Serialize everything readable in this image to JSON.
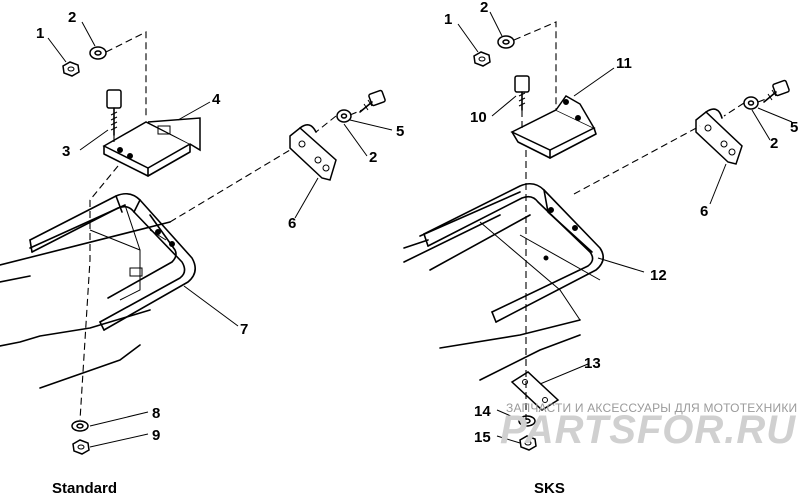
{
  "captions": {
    "left": "Standard",
    "right": "SKS"
  },
  "callouts": {
    "left": [
      "1",
      "2",
      "3",
      "4",
      "5",
      "2",
      "6",
      "7",
      "8",
      "9"
    ],
    "right": [
      "1",
      "2",
      "10",
      "11",
      "5",
      "2",
      "6",
      "12",
      "13",
      "14",
      "15"
    ]
  },
  "watermark": {
    "text": "ЗАПЧАСТИ И АКСЕССУАРЫ ДЛЯ МОТОТЕХНИКИ",
    "logo": "PARTSFOR.RU"
  },
  "colors": {
    "ink": "#000000",
    "background": "#ffffff",
    "watermark": "#c8c8c8"
  }
}
